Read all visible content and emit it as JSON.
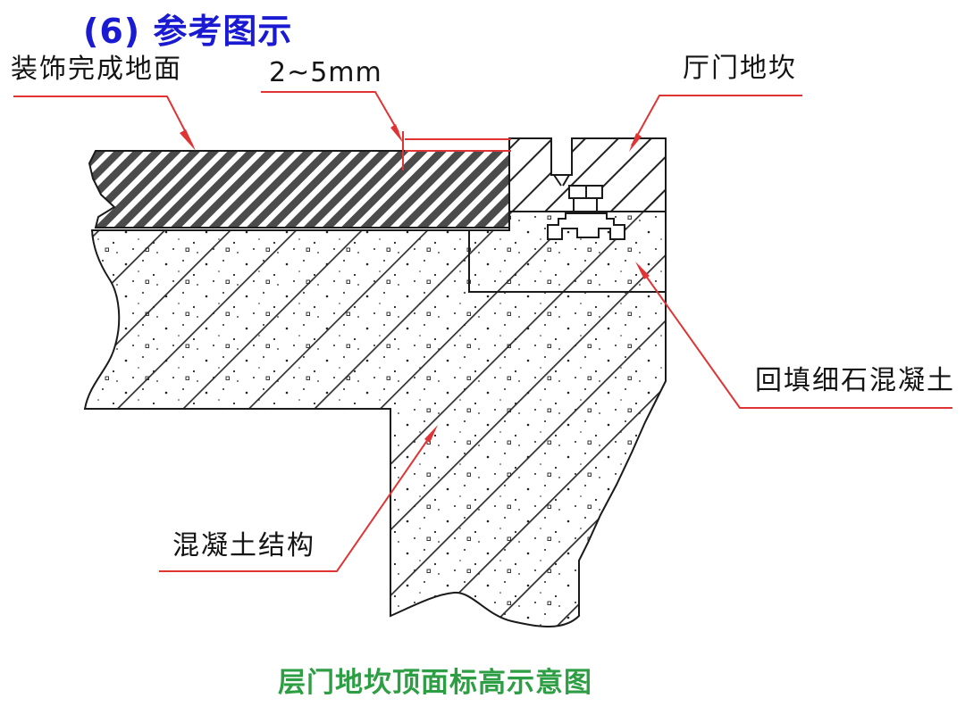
{
  "page": {
    "title": "(6) 参考图示",
    "caption": "层门地坎顶面标高示意图"
  },
  "diagram": {
    "labels": {
      "finished_floor": "装饰完成地面",
      "gap_dimension": "2~5mm",
      "hall_door_sill": "厅门地坎",
      "backfill_concrete": "回填细石混凝土",
      "concrete_structure": "混凝土结构"
    }
  },
  "colors": {
    "title_blue": "#1a1ad2",
    "caption_green": "#2e9e44",
    "leader_red": "#e03434",
    "line_black": "#1a1a1a"
  }
}
